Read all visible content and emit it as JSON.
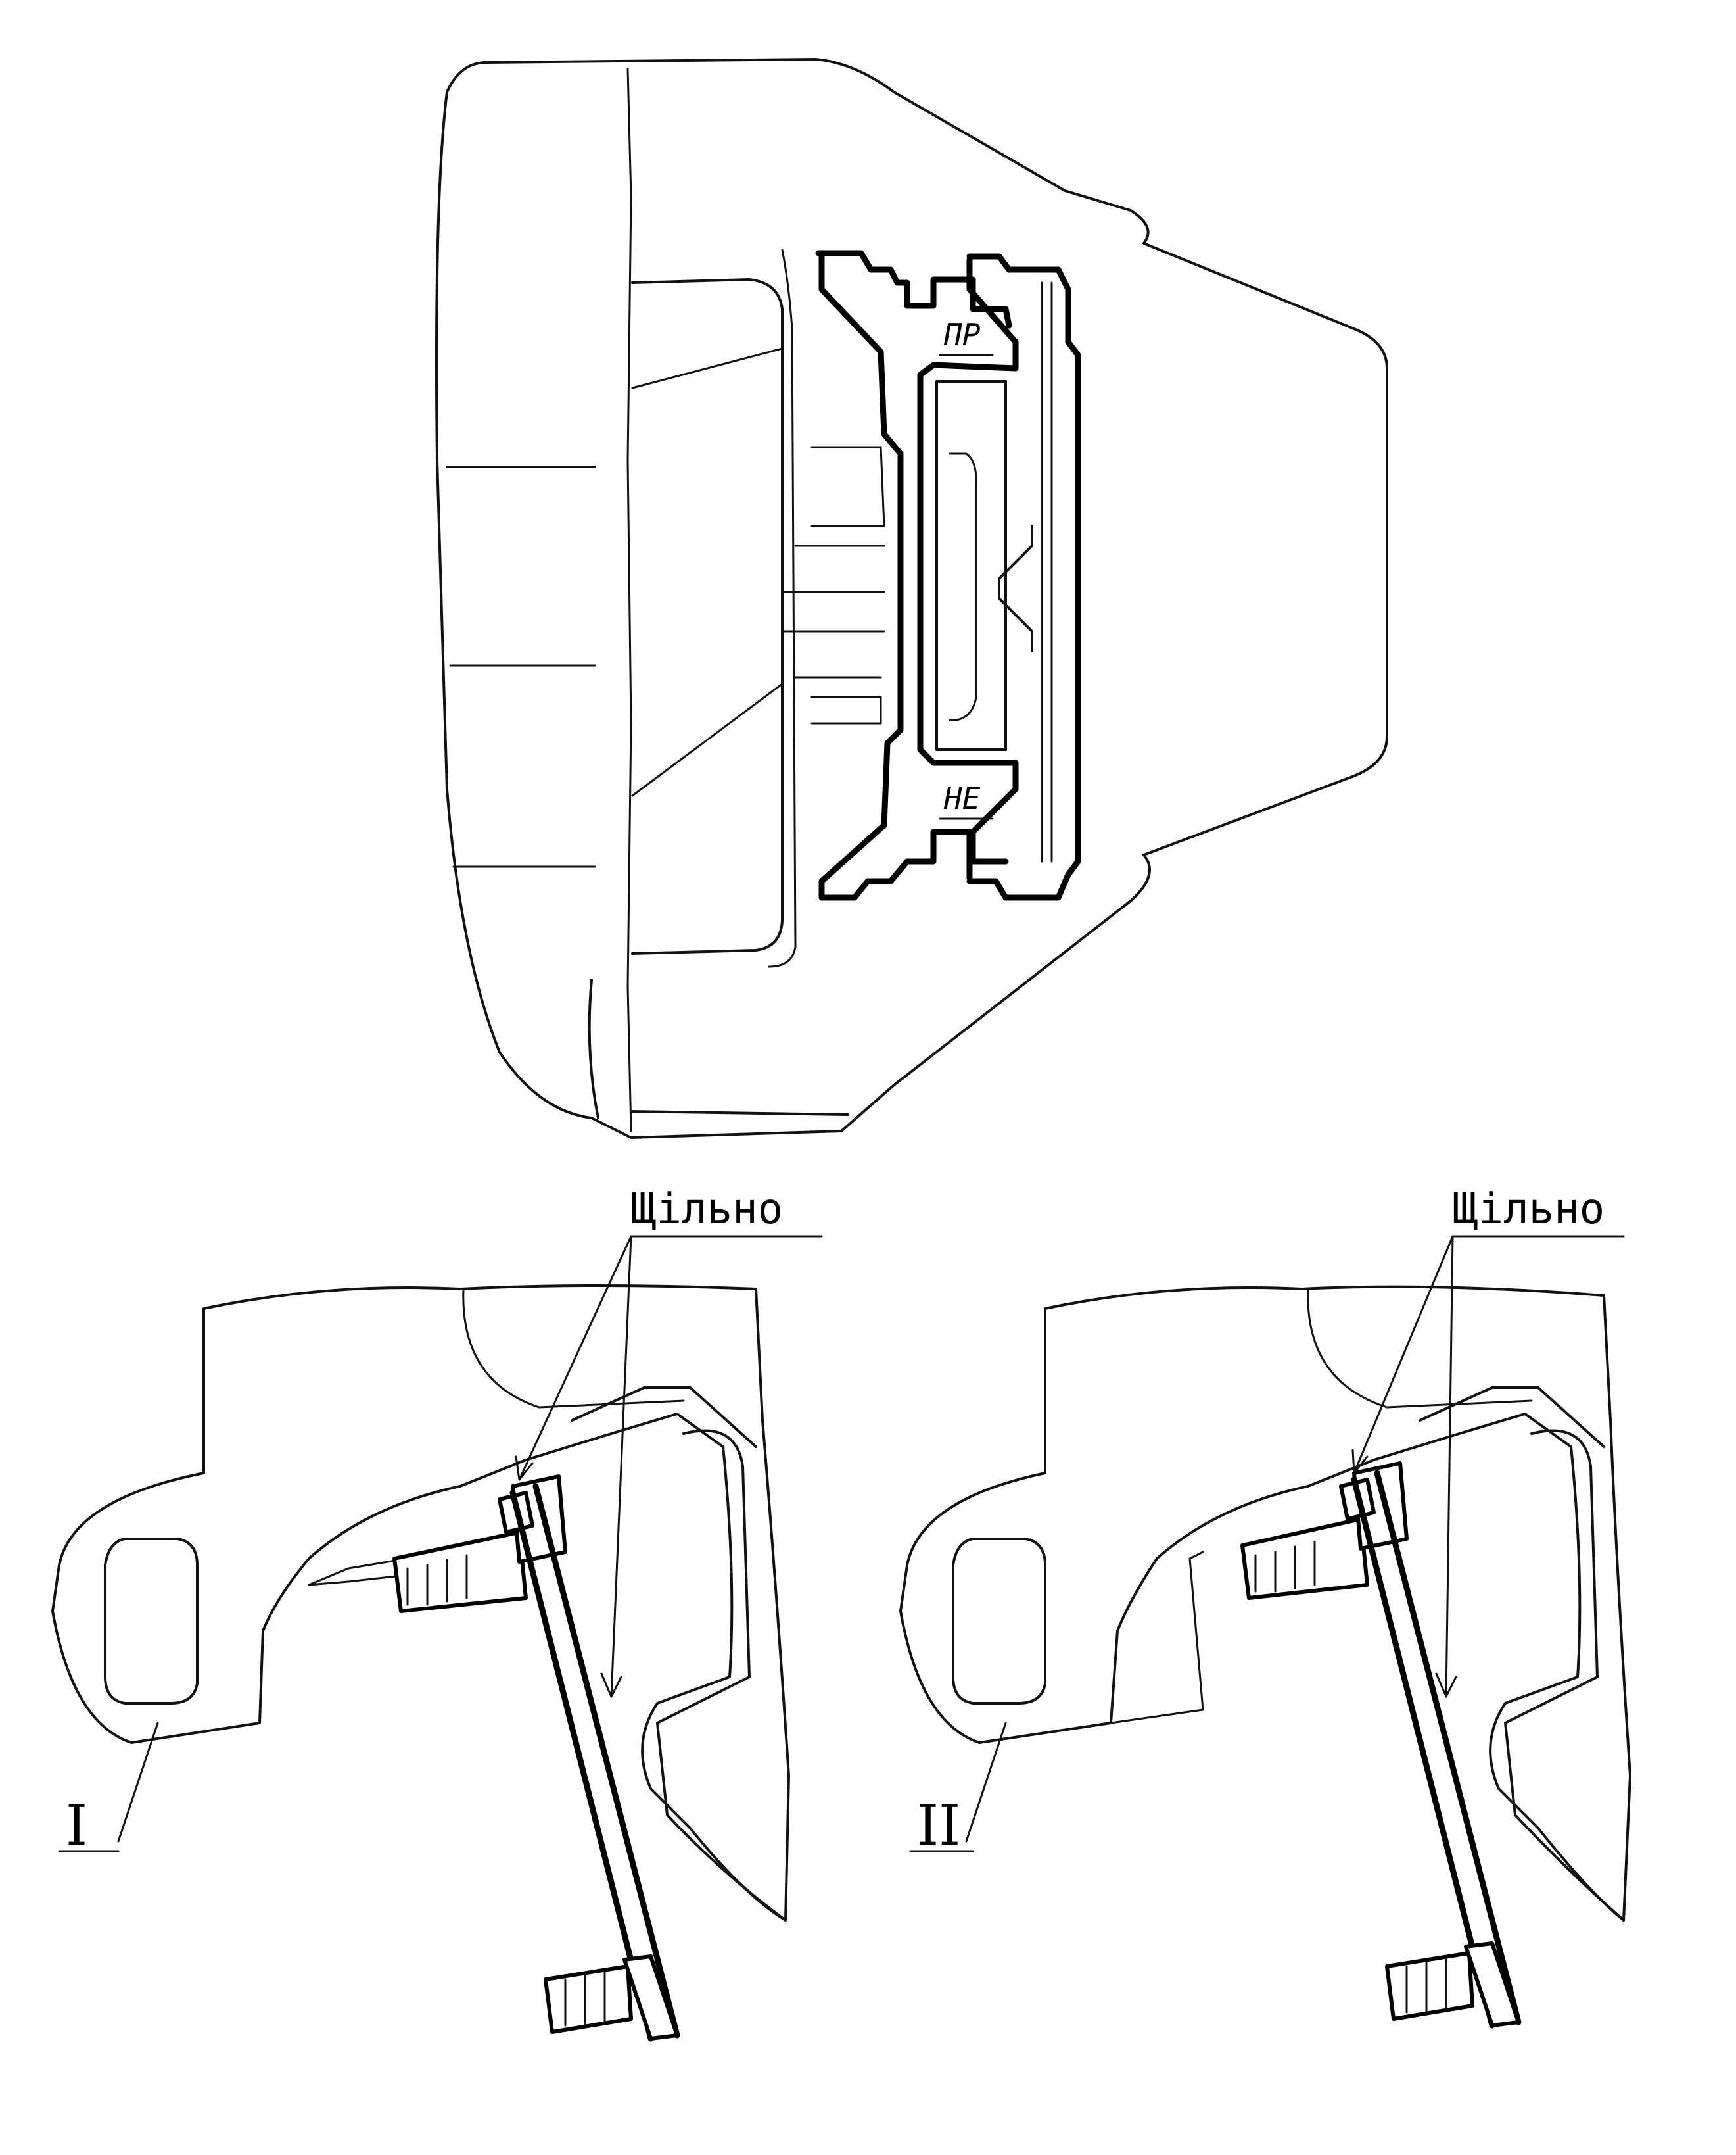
{
  "labels": {
    "top_upper_mark": "ПР",
    "top_lower_mark": "НЕ",
    "note_left": "Щільно",
    "note_right": "Щільно",
    "view_left": "I",
    "view_right": "II"
  }
}
